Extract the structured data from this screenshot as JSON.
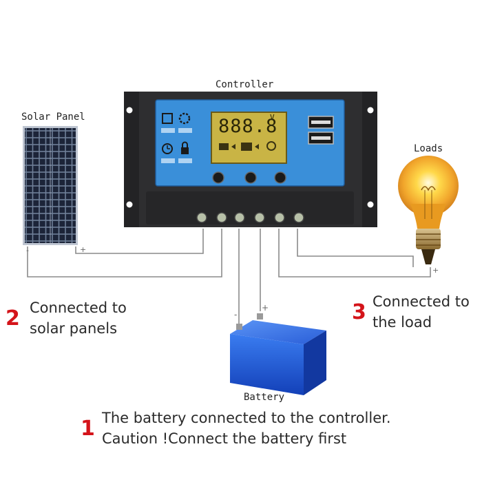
{
  "labels": {
    "controller": "Controller",
    "solar_panel": "Solar Panel",
    "loads": "Loads",
    "battery": "Battery"
  },
  "lcd": {
    "reading": "888.8",
    "unit": "V"
  },
  "steps": [
    {
      "number": "1",
      "line1": "The battery connected to the controller.",
      "line2": "Caution !Connect the battery first"
    },
    {
      "number": "2",
      "line1": "Connected to",
      "line2": "solar panels"
    },
    {
      "number": "3",
      "line1": "Connected to",
      "line2": "the load"
    }
  ],
  "wire_polarity": {
    "battery_negative": "-",
    "battery_positive": "+",
    "panel_positive": "+",
    "load_positive": "+"
  },
  "colors": {
    "controller_body": "#2b2b2d",
    "lcd_panel": "#3a8fd9",
    "lcd_screen": "#c9b445",
    "step_number": "#d4141a",
    "battery": "#1f5fd6",
    "bulb_glow": "#ffd23a"
  }
}
